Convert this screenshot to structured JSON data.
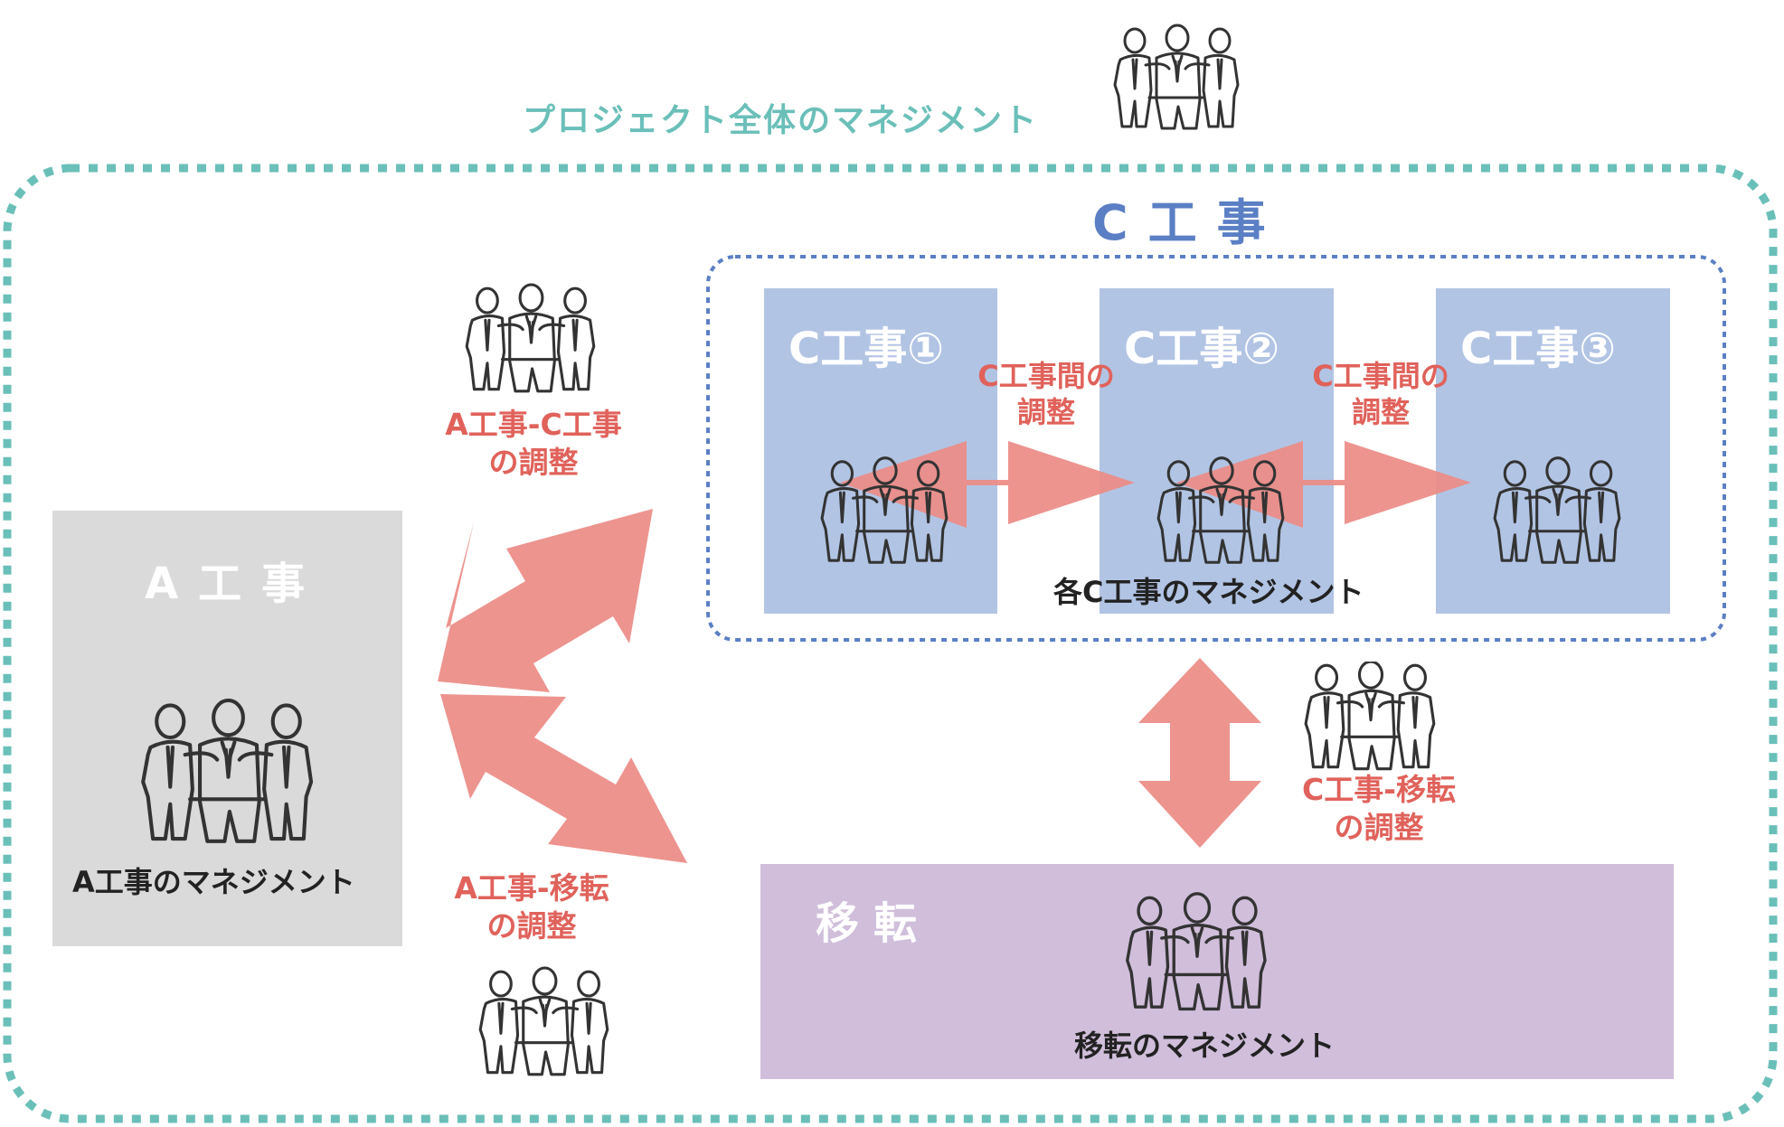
{
  "project": {
    "title": "プロジェクト全体のマネジメント"
  },
  "c_group": {
    "title": "C工事",
    "management_label": "各C工事のマネジメント",
    "units": [
      {
        "label": "C工事①"
      },
      {
        "label": "C工事②"
      },
      {
        "label": "C工事③"
      }
    ],
    "inter_coordination": {
      "line1": "C工事間の",
      "line2": "調整"
    }
  },
  "a_box": {
    "title": "A工事",
    "management_label": "A工事のマネジメント"
  },
  "move_box": {
    "title": "移転",
    "management_label": "移転のマネジメント"
  },
  "coordination": {
    "a_c": {
      "line1": "A工事-C工事",
      "line2": "の調整"
    },
    "a_move": {
      "line1": "A工事-移転",
      "line2": "の調整"
    },
    "c_move": {
      "line1": "C工事-移転",
      "line2": "の調整"
    }
  },
  "colors": {
    "teal": "#6bbfb9",
    "c_blue": "#5b7fc4",
    "c_box": "#b2c4e4",
    "a_box": "#dadada",
    "move_box": "#d0bedb",
    "arrow": "#ec8b85",
    "label_red": "#e0625b"
  }
}
